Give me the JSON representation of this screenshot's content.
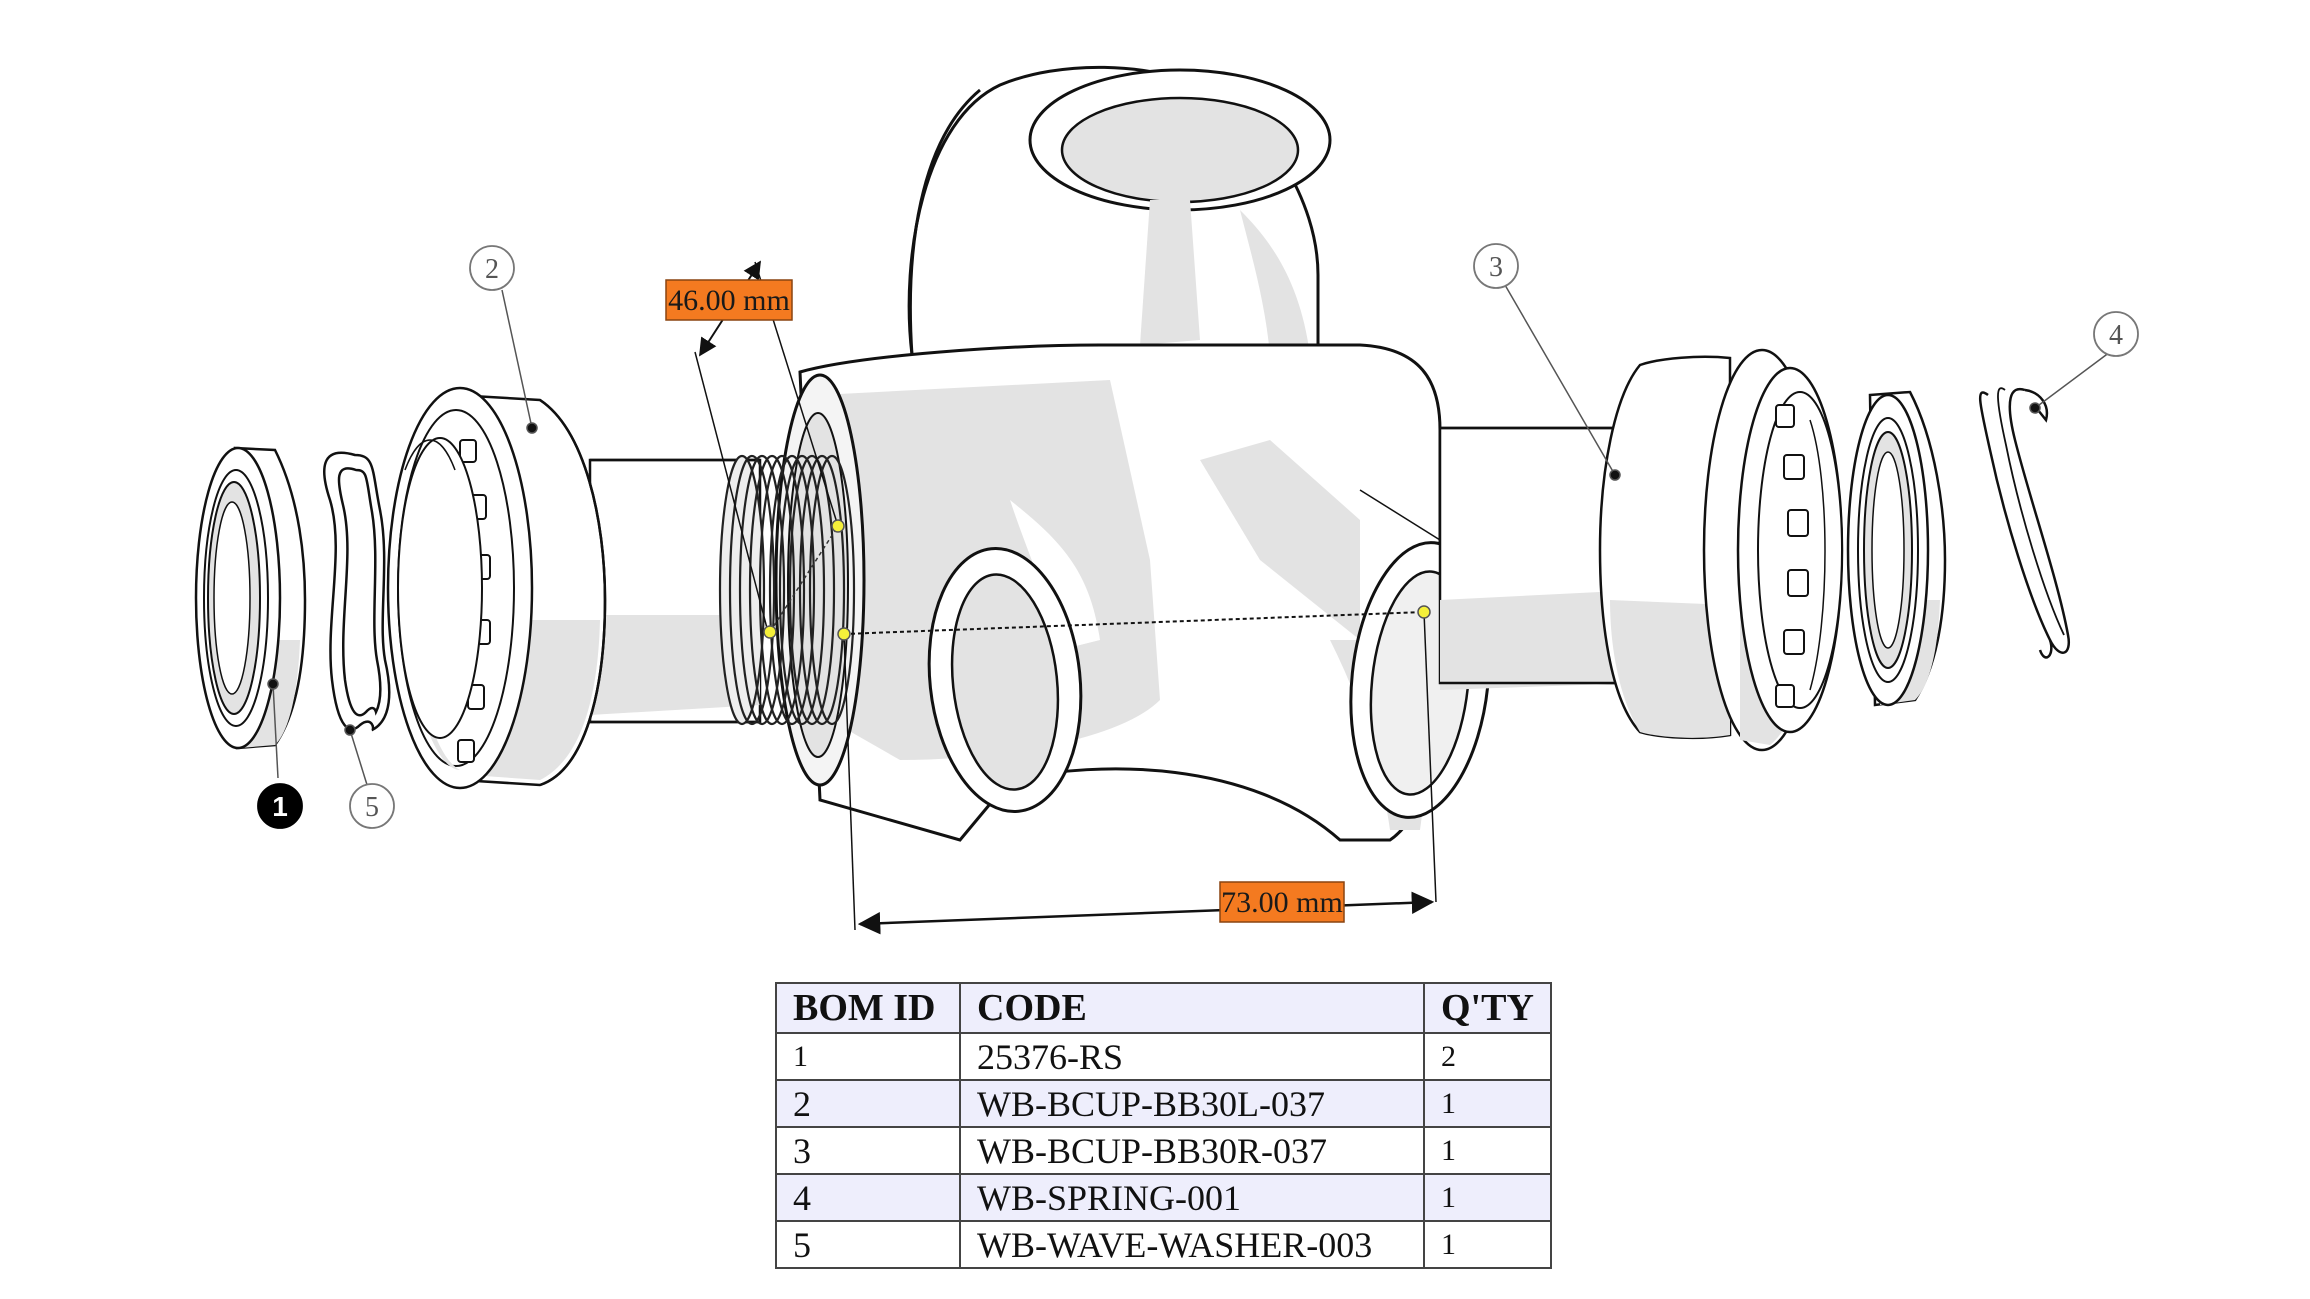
{
  "callouts": {
    "c1": "1",
    "c2": "2",
    "c3": "3",
    "c4": "4",
    "c5": "5"
  },
  "dimensions": {
    "diameter": "46.00 mm",
    "width": "73.00 mm"
  },
  "colors": {
    "dimension_label_bg": "#f47a20",
    "callout_active": "#000000",
    "shading": "#e3e3e3",
    "measure_point": "#f5f03a",
    "table_alt_row": "#eeeefc"
  },
  "bom": {
    "headers": {
      "id": "BOM ID",
      "code": "CODE",
      "qty": "Q'TY"
    },
    "rows": [
      {
        "id": "1",
        "code": "25376-RS",
        "qty": "2"
      },
      {
        "id": "2",
        "code": "WB-BCUP-BB30L-037",
        "qty": "1"
      },
      {
        "id": "3",
        "code": "WB-BCUP-BB30R-037",
        "qty": "1"
      },
      {
        "id": "4",
        "code": "WB-SPRING-001",
        "qty": "1"
      },
      {
        "id": "5",
        "code": "WB-WAVE-WASHER-003",
        "qty": "1"
      }
    ]
  }
}
